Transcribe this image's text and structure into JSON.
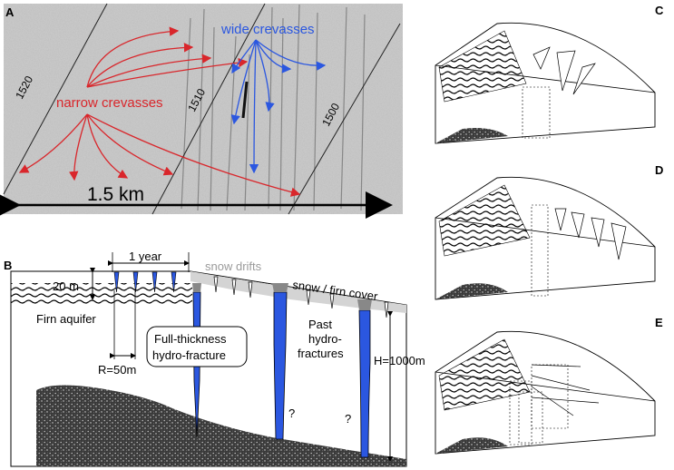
{
  "panels": {
    "a": {
      "letter": "A",
      "contours": [
        "1520",
        "1510",
        "1500"
      ],
      "narrow_label": "narrow crevasses",
      "wide_label": "wide crevasses",
      "scale_label": "1.5 km",
      "narrow_color": "#d9262b",
      "wide_color": "#2b57e0"
    },
    "b": {
      "letter": "B",
      "year_label": "1 year",
      "snow_drifts_label": "snow drifts",
      "snow_cover_label": "snow / firn cover",
      "depth_label": "20 m",
      "aquifer_label": "Firn aquifer",
      "fracture_label_line1": "Full-thickness",
      "fracture_label_line2": "hydro-fracture",
      "past_label_line1": "Past",
      "past_label_line2": "hydro-",
      "past_label_line3": "fractures",
      "spacing_label": "R=50m",
      "thickness_label": "H=1000m",
      "question_mark": "?",
      "water_color": "#2b57e0",
      "snow_color": "#d4d4d4"
    },
    "c": {
      "letter": "C"
    },
    "d": {
      "letter": "D"
    },
    "e": {
      "letter": "E"
    }
  }
}
